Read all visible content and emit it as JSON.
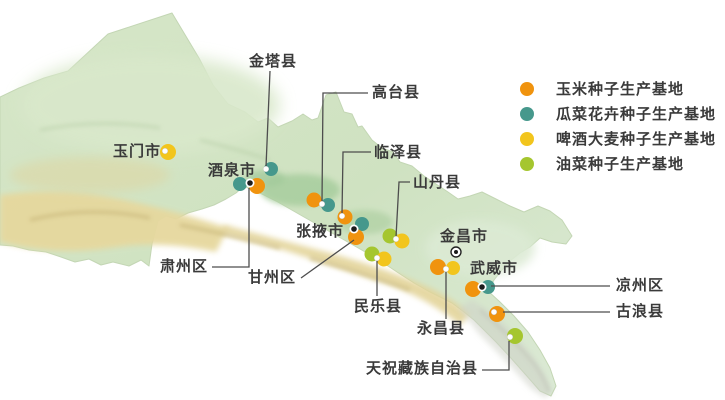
{
  "colors": {
    "corn": "#F0930E",
    "melon_flower": "#46988C",
    "barley": "#F2C51D",
    "rapeseed": "#A5C62F",
    "leader_line": "#4d4d4d",
    "label_text": "#3a3a3a",
    "city_marker": "#1c1c1c",
    "anchor_dot": "#ffffff"
  },
  "legend": {
    "items": [
      {
        "id": "corn",
        "label": "玉米种子生产基地",
        "color": "#F0930E"
      },
      {
        "id": "melon_flower",
        "label": "瓜菜花卉种子生产基地",
        "color": "#46988C"
      },
      {
        "id": "barley",
        "label": "啤酒大麦种子生产基地",
        "color": "#F2C51D"
      },
      {
        "id": "rapeseed",
        "label": "油菜种子生产基地",
        "color": "#A5C62F"
      }
    ]
  },
  "map": {
    "labels": [
      {
        "id": "jinta",
        "name": "金塔县"
      },
      {
        "id": "gaotai",
        "name": "高台县"
      },
      {
        "id": "linze",
        "name": "临泽县"
      },
      {
        "id": "shandan",
        "name": "山丹县"
      },
      {
        "id": "yumen",
        "name": "玉门市"
      },
      {
        "id": "jiuquan",
        "name": "酒泉市"
      },
      {
        "id": "zhangye",
        "name": "张掖市"
      },
      {
        "id": "suzhou",
        "name": "肃州区"
      },
      {
        "id": "ganzhou",
        "name": "甘州区"
      },
      {
        "id": "minle",
        "name": "民乐县"
      },
      {
        "id": "jinchang",
        "name": "金昌市"
      },
      {
        "id": "wuwei",
        "name": "武威市"
      },
      {
        "id": "yongchang",
        "name": "永昌县"
      },
      {
        "id": "liangzhou",
        "name": "凉州区"
      },
      {
        "id": "gulang",
        "name": "古浪县"
      },
      {
        "id": "tianzhu",
        "name": "天祝藏族自治县"
      }
    ],
    "seed_base_markers": [
      {
        "place": "玉门市",
        "bases": [
          "barley"
        ]
      },
      {
        "place": "金塔县",
        "bases": [
          "melon_flower"
        ]
      },
      {
        "place": "肃州区",
        "bases": [
          "melon_flower",
          "corn"
        ]
      },
      {
        "place": "高台县",
        "bases": [
          "corn",
          "melon_flower"
        ]
      },
      {
        "place": "临泽县",
        "bases": [
          "corn"
        ]
      },
      {
        "place": "甘州区",
        "bases": [
          "melon_flower",
          "corn"
        ]
      },
      {
        "place": "山丹县",
        "bases": [
          "rapeseed",
          "barley"
        ]
      },
      {
        "place": "民乐县",
        "bases": [
          "rapeseed",
          "barley"
        ]
      },
      {
        "place": "永昌县",
        "bases": [
          "corn",
          "barley"
        ]
      },
      {
        "place": "凉州区",
        "bases": [
          "corn",
          "melon_flower"
        ]
      },
      {
        "place": "古浪县",
        "bases": [
          "corn"
        ]
      },
      {
        "place": "天祝藏族自治县",
        "bases": [
          "rapeseed"
        ]
      }
    ],
    "city_point_markers": [
      "酒泉市",
      "张掖市",
      "金昌市",
      "武威市"
    ]
  }
}
